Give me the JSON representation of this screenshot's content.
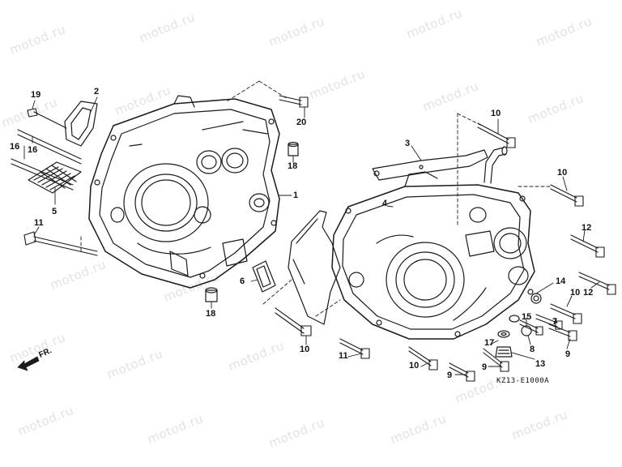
{
  "watermark": "motod.ru",
  "drawing_code": "KZ13-E1000A",
  "direction_label": "FR.",
  "callouts": [
    {
      "id": "c19",
      "label": "19"
    },
    {
      "id": "c2",
      "label": "2"
    },
    {
      "id": "c16a",
      "label": "16"
    },
    {
      "id": "c16b",
      "label": "16"
    },
    {
      "id": "c5",
      "label": "5"
    },
    {
      "id": "c11a",
      "label": "11"
    },
    {
      "id": "c20",
      "label": "20"
    },
    {
      "id": "c18a",
      "label": "18"
    },
    {
      "id": "c1",
      "label": "1"
    },
    {
      "id": "c6",
      "label": "6"
    },
    {
      "id": "c18b",
      "label": "18"
    },
    {
      "id": "c10a",
      "label": "10"
    },
    {
      "id": "c3",
      "label": "3"
    },
    {
      "id": "c10b",
      "label": "10"
    },
    {
      "id": "c4",
      "label": "4"
    },
    {
      "id": "c12a",
      "label": "12"
    },
    {
      "id": "c12b",
      "label": "12"
    },
    {
      "id": "c14",
      "label": "14"
    },
    {
      "id": "c10c",
      "label": "10"
    },
    {
      "id": "c7",
      "label": "7"
    },
    {
      "id": "c15",
      "label": "15"
    },
    {
      "id": "c9a",
      "label": "9"
    },
    {
      "id": "c17",
      "label": "17"
    },
    {
      "id": "c8",
      "label": "8"
    },
    {
      "id": "c13",
      "label": "13"
    },
    {
      "id": "c10d",
      "label": "10"
    },
    {
      "id": "c11b",
      "label": "11"
    },
    {
      "id": "c10e",
      "label": "10"
    },
    {
      "id": "c9b",
      "label": "9"
    },
    {
      "id": "c9c",
      "label": "9"
    }
  ]
}
